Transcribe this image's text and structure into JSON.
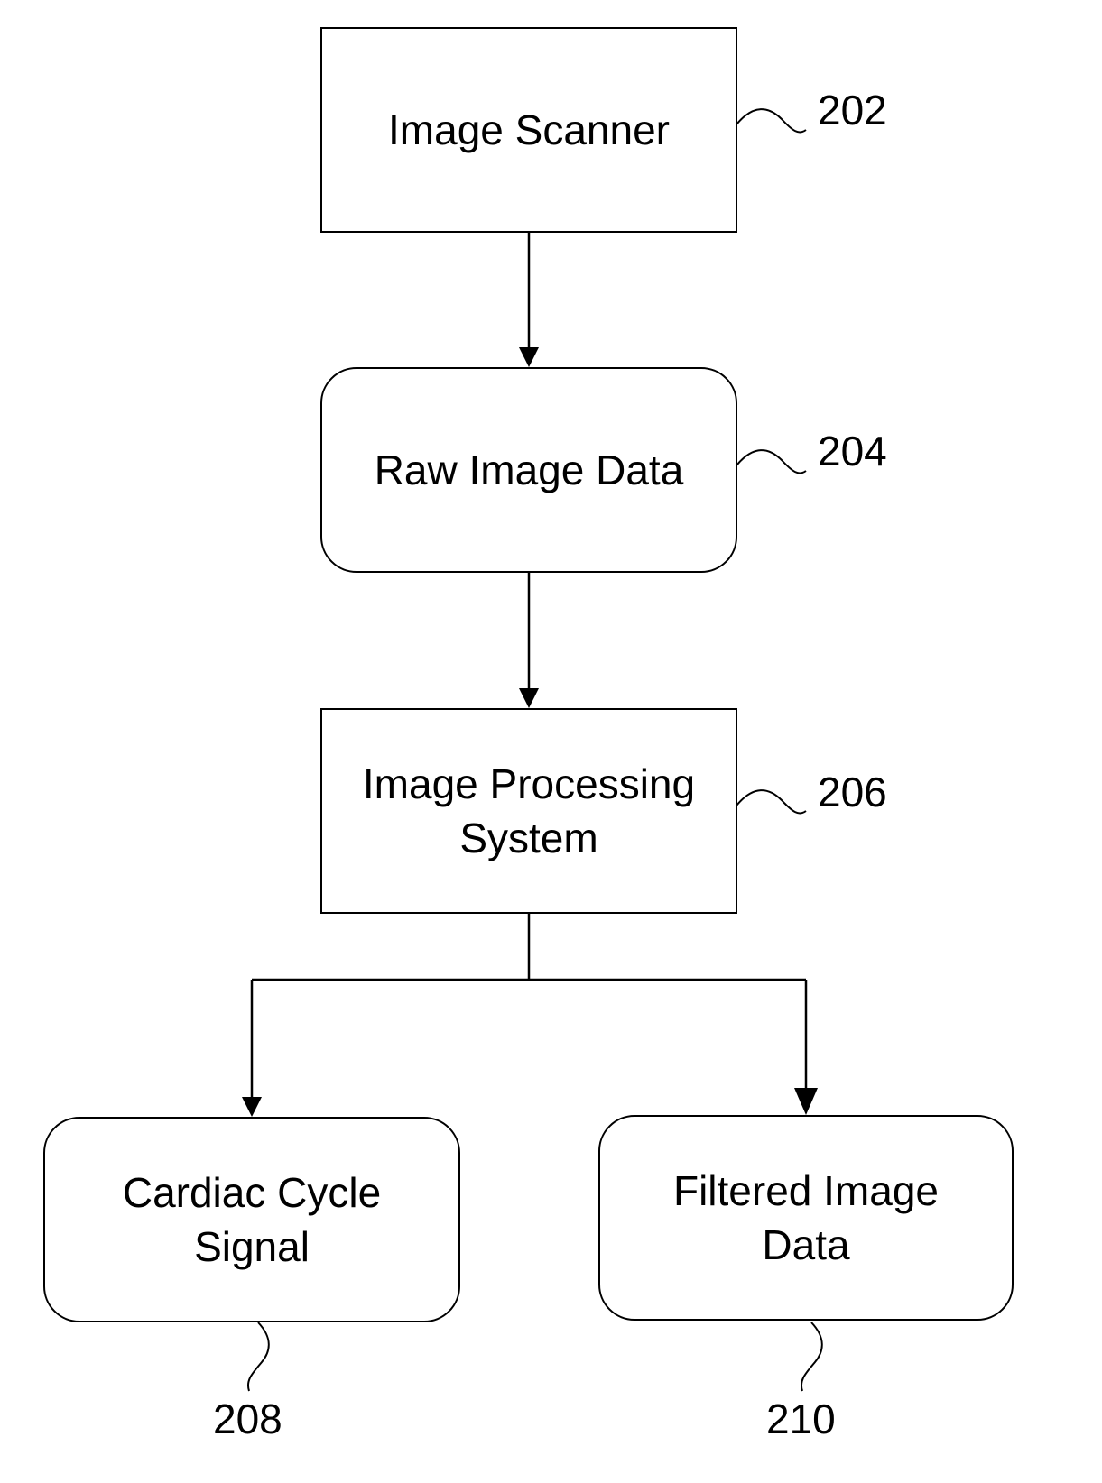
{
  "diagram": {
    "nodes": [
      {
        "id": "image-scanner",
        "label": "Image Scanner",
        "ref": "202",
        "shape": "rectangle"
      },
      {
        "id": "raw-image-data",
        "label": "Raw Image Data",
        "ref": "204",
        "shape": "rounded-rectangle"
      },
      {
        "id": "image-processing-system",
        "label": "Image Processing\nSystem",
        "ref": "206",
        "shape": "rectangle"
      },
      {
        "id": "cardiac-cycle-signal",
        "label": "Cardiac Cycle\nSignal",
        "ref": "208",
        "shape": "rounded-rectangle"
      },
      {
        "id": "filtered-image-data",
        "label": "Filtered Image\nData",
        "ref": "210",
        "shape": "rounded-rectangle"
      }
    ],
    "edges": [
      {
        "from": "image-scanner",
        "to": "raw-image-data"
      },
      {
        "from": "raw-image-data",
        "to": "image-processing-system"
      },
      {
        "from": "image-processing-system",
        "to": "cardiac-cycle-signal"
      },
      {
        "from": "image-processing-system",
        "to": "filtered-image-data"
      }
    ],
    "colors": {
      "stroke": "#000000",
      "background": "#ffffff"
    }
  }
}
